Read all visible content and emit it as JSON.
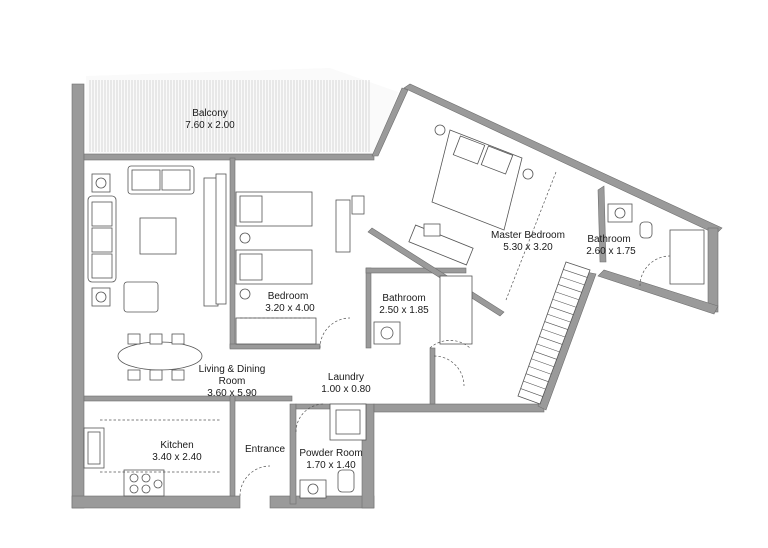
{
  "rooms": {
    "balcony": {
      "name": "Balcony",
      "size": "7.60 x 2.00"
    },
    "master_bedroom": {
      "name": "Master Bedroom",
      "size": "5.30 x 3.20"
    },
    "master_bathroom": {
      "name": "Bathroom",
      "size": "2.60 x 1.75"
    },
    "bedroom": {
      "name": "Bedroom",
      "size": "3.20 x 4.00"
    },
    "bathroom": {
      "name": "Bathroom",
      "size": "2.50 x 1.85"
    },
    "living": {
      "name_line1": "Living & Dining",
      "name_line2": "Room",
      "size": "3.60 x 5.90"
    },
    "laundry": {
      "name": "Laundry",
      "size": "1.00 x 0.80"
    },
    "kitchen": {
      "name": "Kitchen",
      "size": "3.40 x 2.40"
    },
    "entrance": {
      "name": "Entrance"
    },
    "powder_room": {
      "name": "Powder Room",
      "size": "1.70 x 1.40"
    }
  }
}
